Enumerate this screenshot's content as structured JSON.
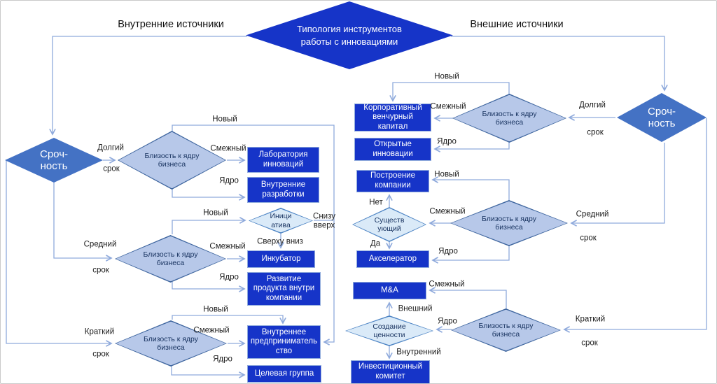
{
  "title": "Типология инструментов работы с инновациями",
  "branches": {
    "internal": "Внутренние источники",
    "external": "Внешние источники"
  },
  "decisions": {
    "urgency": "Сроч-\nность",
    "proximity": "Близость к ядру бизнеса",
    "initiative": "Иници\nатива",
    "existing": "Существ\nующий",
    "value_creation": "Создание ценности"
  },
  "edge_labels": {
    "long": "Долгий",
    "medium": "Средний",
    "short": "Краткий",
    "term": "срок",
    "new": "Новый",
    "adjacent": "Смежный",
    "core": "Ядро",
    "bottom_up": "Снизу\nвверх",
    "top_down": "Сверху вниз",
    "yes": "Да",
    "no": "Нет",
    "external": "Внешний",
    "internal": "Внутренний"
  },
  "tools": {
    "innovation_lab": "Лаборатория инноваций",
    "internal_rnd": "Внутренние разработки",
    "incubator": "Инкубатор",
    "product_dev": "Развитие продукта внутри компании",
    "intrapreneurship": "Внутреннее предпринимательство",
    "target_group": "Целевая группа",
    "cvc": "Корпоративный венчурный капитал",
    "open_innovation": "Открытые инновации",
    "company_building": "Построение компании",
    "accelerator": "Акселератор",
    "mna": "M&A",
    "invest_committee": "Инвестиционный комитет"
  },
  "colors": {
    "box_fill": "#1634c8",
    "box_border": "#8faadc",
    "urgency_fill": "#4472c4",
    "prox_fill": "#b7c8e9",
    "prox_border": "#3f669f",
    "light_fill": "#daeaf8",
    "light_border": "#4d84c4",
    "connector": "#8faadc",
    "text_dark": "#17325f"
  }
}
